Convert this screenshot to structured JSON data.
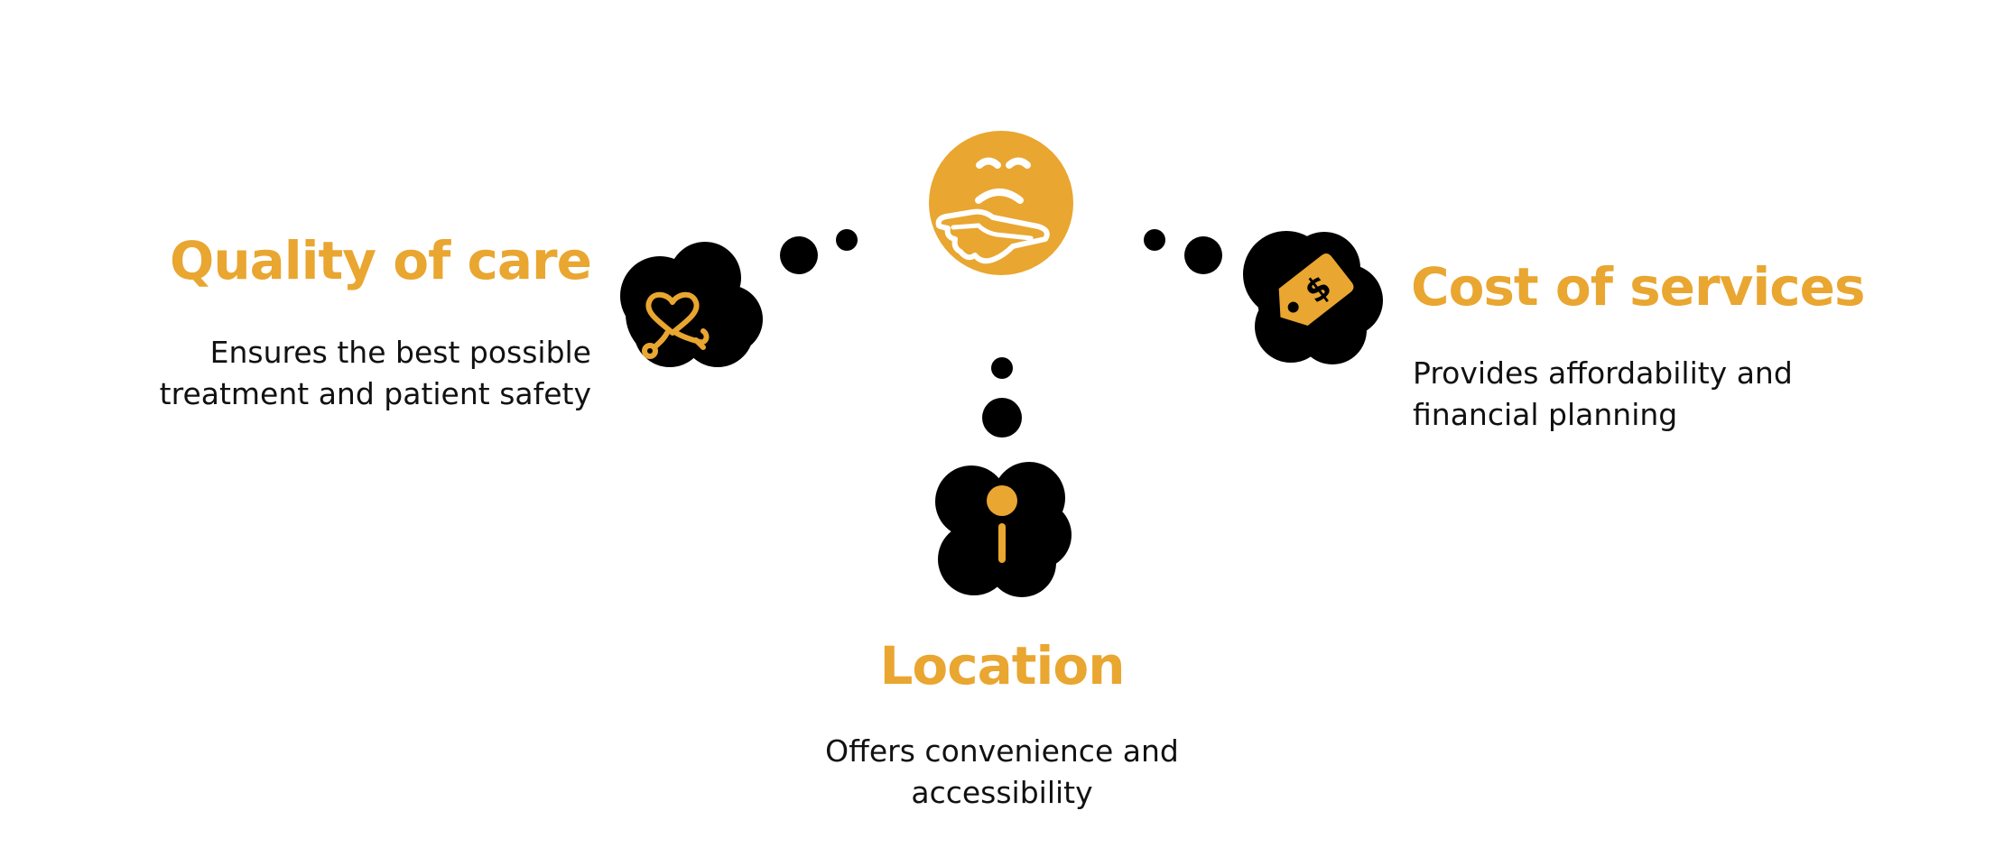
{
  "colors": {
    "accent": "#E9A630",
    "cloud": "#000000",
    "text": "#111111",
    "background": "#FFFFFF"
  },
  "center": {
    "icon": "thinking-face-icon"
  },
  "factors": {
    "quality": {
      "title": "Quality of care",
      "description": "Ensures the best possible treatment and patient safety",
      "icon": "stethoscope-heart-icon"
    },
    "cost": {
      "title": "Cost of services",
      "description": "Provides affordability and financial planning",
      "icon": "price-tag-dollar-icon"
    },
    "location": {
      "title": "Location",
      "description": "Offers convenience and accessibility",
      "icon": "location-pin-icon"
    }
  }
}
